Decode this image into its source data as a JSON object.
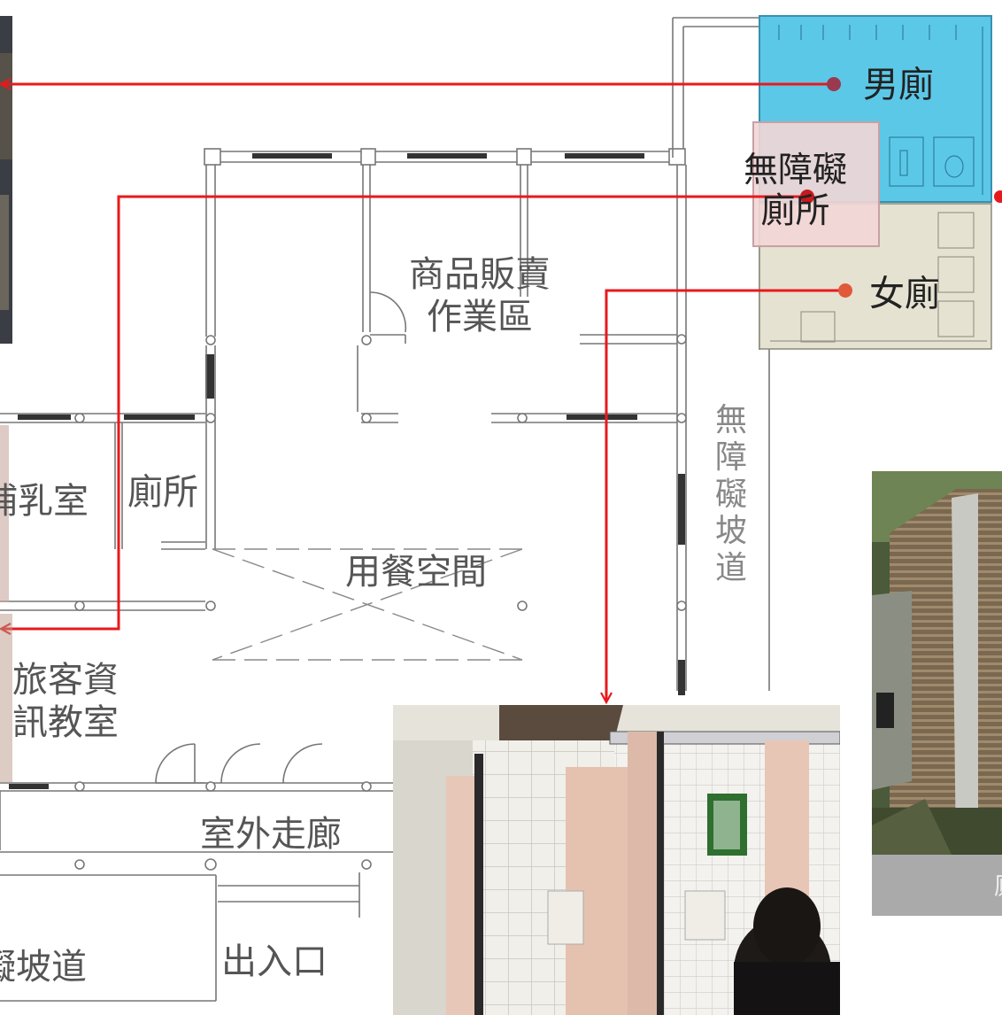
{
  "labels": {
    "mens_toilet": "男廁",
    "accessible_toilet": "無障礙\n廁所",
    "womens_toilet": "女廁",
    "shop_area": "商品販賣\n作業區",
    "nursing_room": "哺乳室",
    "toilet_small": "廁所",
    "dining_space": "用餐空間",
    "accessible_ramp_vertical": "無障礙坡道",
    "visitor_info_room": "旅客資\n訊教室",
    "outdoor_corridor": "室外走廊",
    "entrance": "出入口",
    "ramp_partial": "礙坡道",
    "photo_caption": "廁"
  },
  "colors": {
    "mens_zone": "#5cc8e8",
    "womens_zone": "#e5e2d2",
    "accessible_zone": "#f2d6d6",
    "leader_line": "#e8191c",
    "marker_dot": "#9a3a4e"
  }
}
